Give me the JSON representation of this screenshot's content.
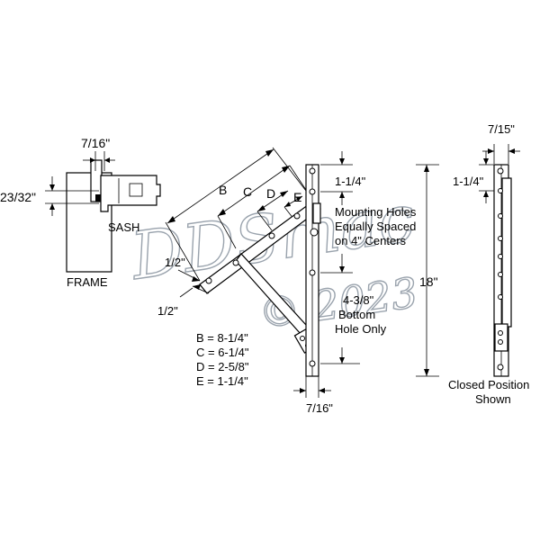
{
  "labels": {
    "sash_gap": "7/16\"",
    "sash_height": "23/32\"",
    "sash": "SASH",
    "frame": "FRAME",
    "dim_b": "B",
    "dim_c": "C",
    "dim_d": "D",
    "dim_e": "E",
    "arm_half_top": "1/2\"",
    "arm_half_bottom": "1/2\"",
    "track_top_offset": "1-1/4\"",
    "mounting_note_1": "Mounting Holes",
    "mounting_note_2": "Equally Spaced",
    "mounting_note_3": "on 4\" Centers",
    "bottom_note_1": "4-3/8\"",
    "bottom_note_2": "Bottom",
    "bottom_note_3": "Hole Only",
    "track_length": "18\"",
    "track_width": "7/16\"",
    "closed_width": "7/15\"",
    "closed_top_offset": "1-1/4\"",
    "closed_caption_1": "Closed Position",
    "closed_caption_2": "Shown"
  },
  "legend": [
    "B = 8-1/4\"",
    "C = 6-1/4\"",
    "D = 2-5/8\"",
    "E = 1-1/4\""
  ],
  "watermark": {
    "brand": "DDSmac",
    "copyright": "© 2023"
  }
}
